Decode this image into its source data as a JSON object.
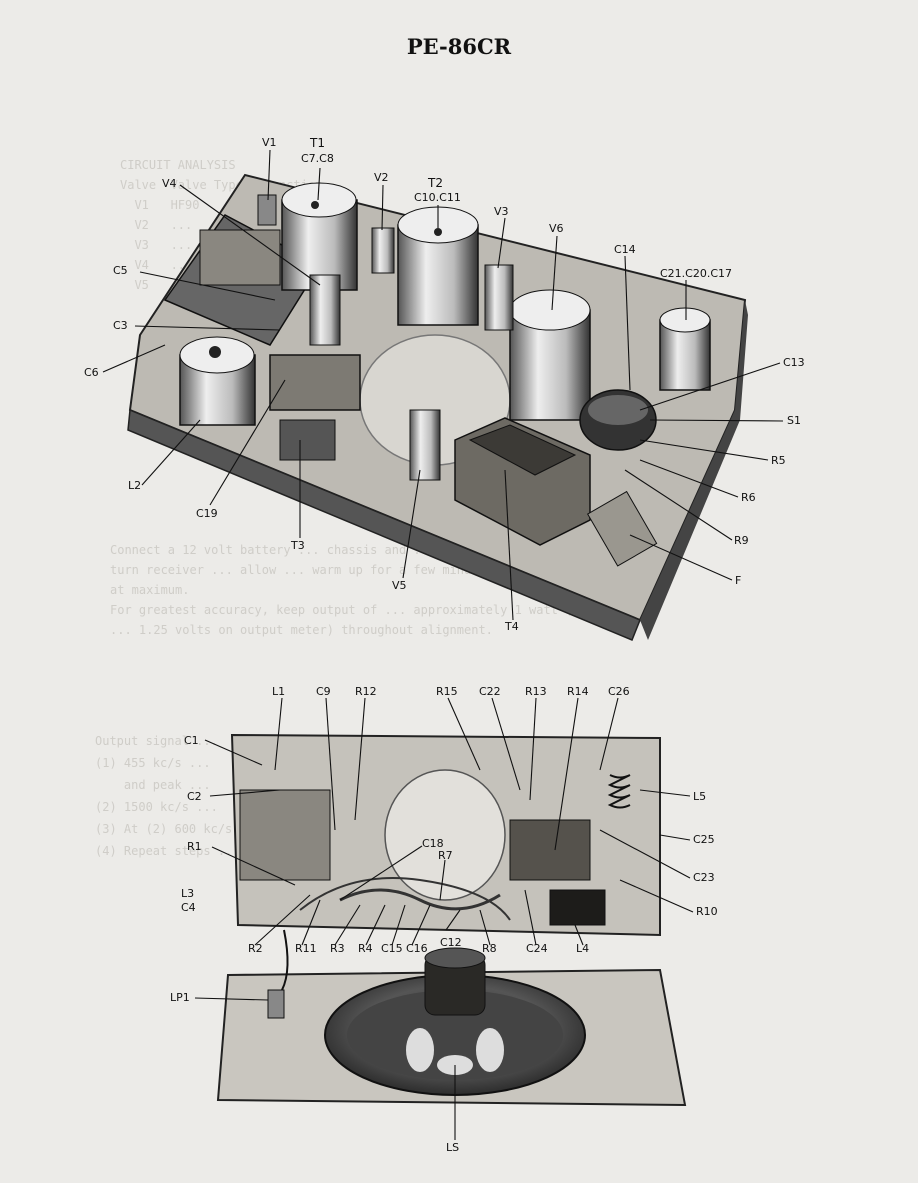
{
  "page_title": "PE-86CR",
  "upper_labels": [
    "V1",
    "T1",
    "C7.C8",
    "V2",
    "T2",
    "C10.C11",
    "V3",
    "V6",
    "C14",
    "C21.C20.C17",
    "V4",
    "C5",
    "C3",
    "C6",
    "C13",
    "S1",
    "R5",
    "R6",
    "R9",
    "F",
    "L2",
    "C19",
    "T3",
    "V5",
    "T4"
  ],
  "lower_labels": [
    "L1",
    "C9",
    "R12",
    "R15",
    "C22",
    "R13",
    "R14",
    "C26",
    "C1",
    "C2",
    "L5",
    "C25",
    "R1",
    "C18",
    "R7",
    "C23",
    "R10",
    "L3",
    "C4",
    "R2",
    "R11",
    "R3",
    "R4",
    "C15",
    "C16",
    "C12",
    "R8",
    "C24",
    "L4",
    "LP1",
    "LS"
  ]
}
